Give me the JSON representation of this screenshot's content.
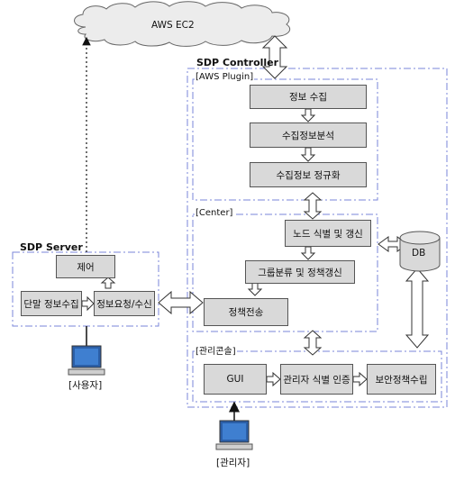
{
  "cloud": {
    "label": "AWS EC2"
  },
  "sdp_controller": {
    "title": "SDP Controller",
    "aws_plugin": {
      "label": "[AWS Plugin]",
      "steps": [
        "정보 수집",
        "수집정보분석",
        "수집정보 정규화"
      ]
    },
    "center": {
      "label": "[Center]",
      "node_identify": "노드 식별 및 갱신",
      "group_policy": "그룹분류 및 정책갱신",
      "policy_transfer": "정책전송"
    },
    "db": {
      "label": "DB"
    },
    "mgmt_console": {
      "label": "[관리콘솔]",
      "gui": "GUI",
      "admin_auth": "관리자 식별 인증",
      "security_policy": "보안정책수립"
    }
  },
  "sdp_server": {
    "title": "SDP Server",
    "control": "제어",
    "terminal_collect": "단말 정보수집",
    "info_request": "정보요청/수신"
  },
  "user_label": "[사용자]",
  "admin_label": "[관리자]"
}
